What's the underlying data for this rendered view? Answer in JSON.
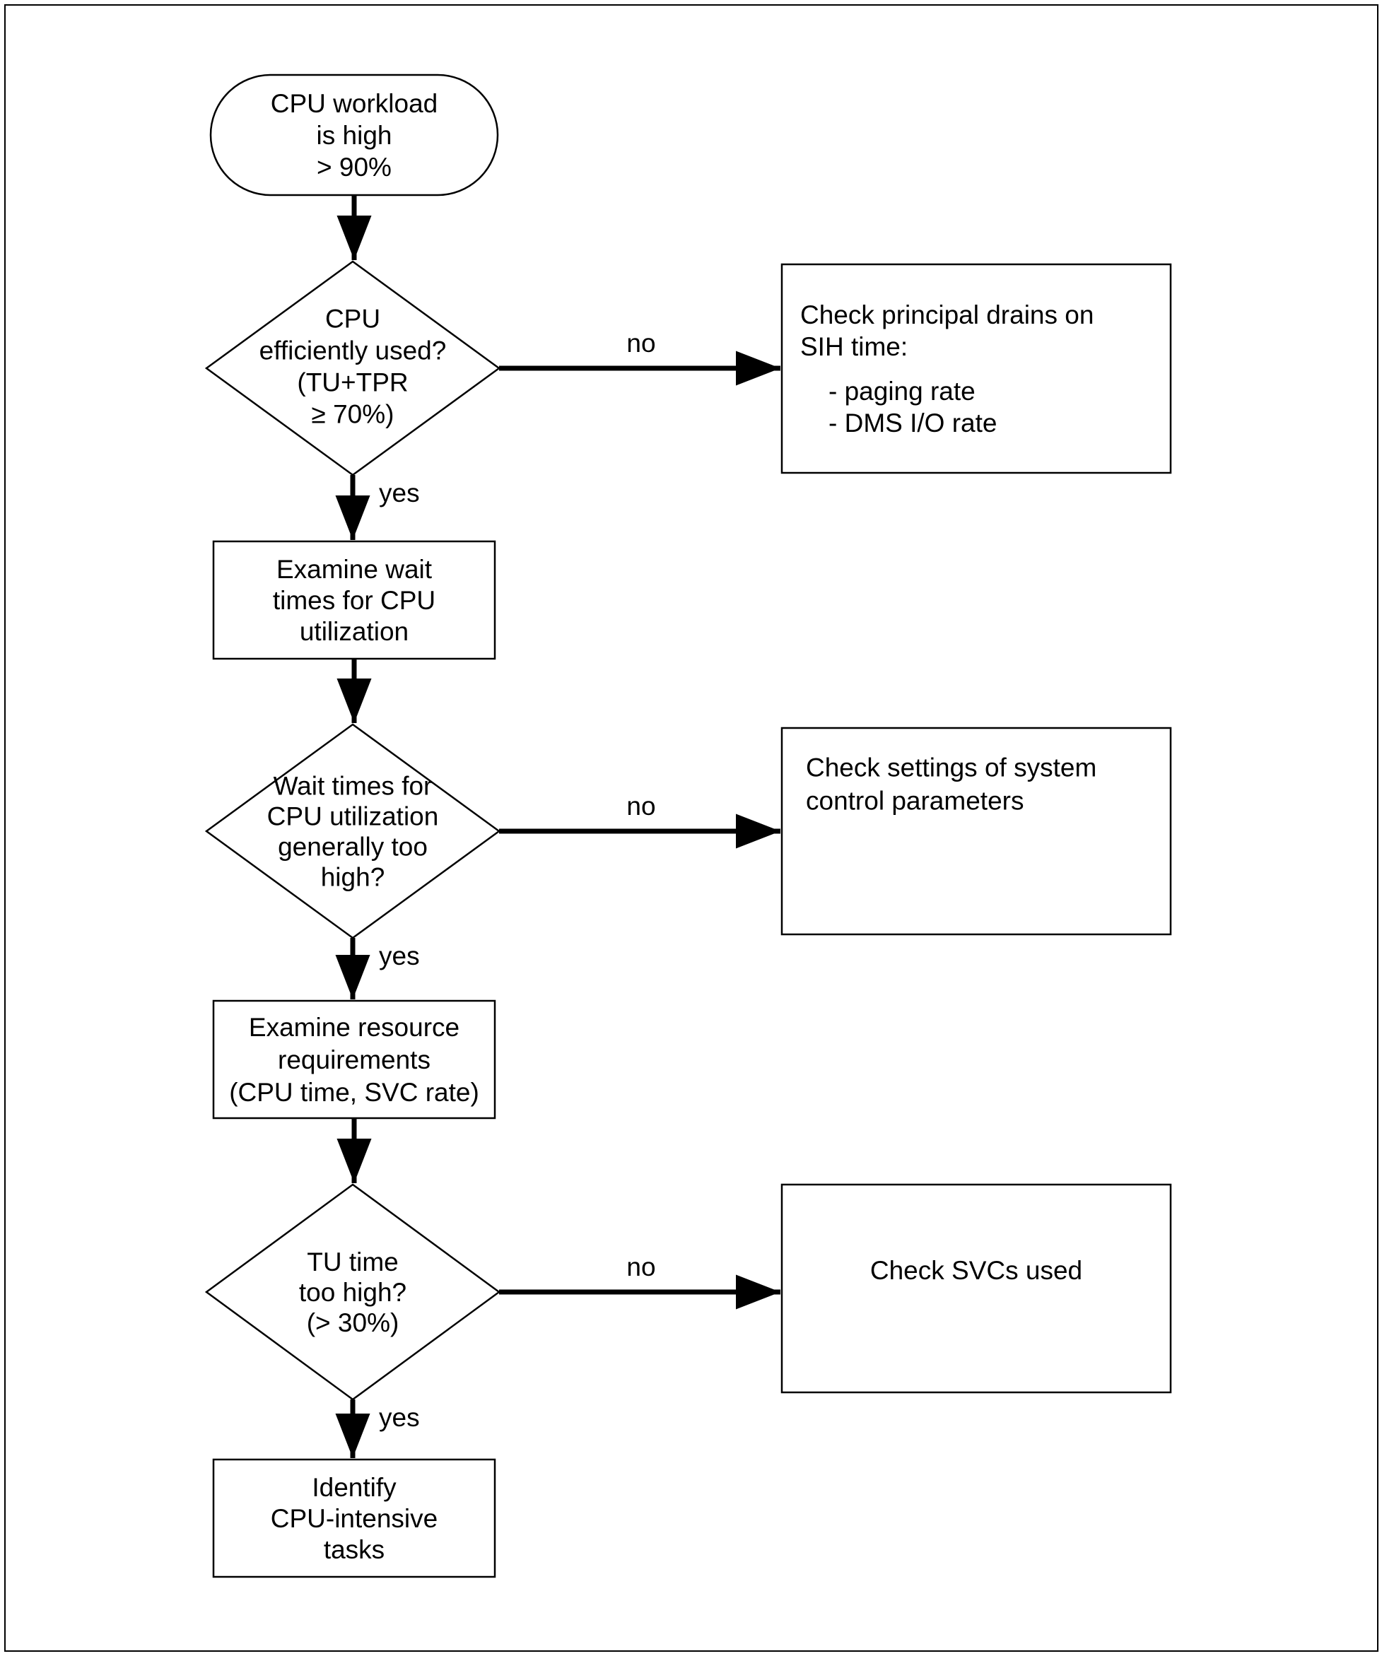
{
  "colors": {
    "stroke": "#000000",
    "fill": "#ffffff",
    "text": "#000000"
  },
  "nodes": {
    "start": {
      "shape": "terminator",
      "lines": [
        "CPU workload",
        "is high",
        "> 90%"
      ]
    },
    "decision_efficiency": {
      "shape": "decision",
      "lines": [
        "CPU",
        "efficiently used?",
        "(TU+TPR",
        "≥ 70%)"
      ]
    },
    "check_sih": {
      "shape": "process",
      "lines": [
        "Check principal drains on",
        "SIH time:",
        "- paging rate",
        "- DMS I/O rate"
      ]
    },
    "examine_wait": {
      "shape": "process",
      "lines": [
        "Examine wait",
        "times for CPU",
        "utilization"
      ]
    },
    "decision_wait": {
      "shape": "decision",
      "lines": [
        "Wait times for",
        "CPU utilization",
        "generally too",
        "high?"
      ]
    },
    "check_settings": {
      "shape": "process",
      "lines": [
        "Check settings of system",
        "control parameters"
      ]
    },
    "examine_resource": {
      "shape": "process",
      "lines": [
        "Examine resource",
        "requirements",
        "(CPU time, SVC rate)"
      ]
    },
    "decision_tu": {
      "shape": "decision",
      "lines": [
        "TU time",
        "too high?",
        "(> 30%)"
      ]
    },
    "check_svcs": {
      "shape": "process",
      "lines": [
        "Check SVCs used"
      ]
    },
    "identify": {
      "shape": "process",
      "lines": [
        "Identify",
        "CPU-intensive",
        "tasks"
      ]
    }
  },
  "edges": [
    {
      "from": "start",
      "to": "decision_efficiency",
      "label": ""
    },
    {
      "from": "decision_efficiency",
      "to": "check_sih",
      "label": "no"
    },
    {
      "from": "decision_efficiency",
      "to": "examine_wait",
      "label": "yes"
    },
    {
      "from": "examine_wait",
      "to": "decision_wait",
      "label": ""
    },
    {
      "from": "decision_wait",
      "to": "check_settings",
      "label": "no"
    },
    {
      "from": "decision_wait",
      "to": "examine_resource",
      "label": "yes"
    },
    {
      "from": "examine_resource",
      "to": "decision_tu",
      "label": ""
    },
    {
      "from": "decision_tu",
      "to": "check_svcs",
      "label": "no"
    },
    {
      "from": "decision_tu",
      "to": "identify",
      "label": "yes"
    }
  ]
}
